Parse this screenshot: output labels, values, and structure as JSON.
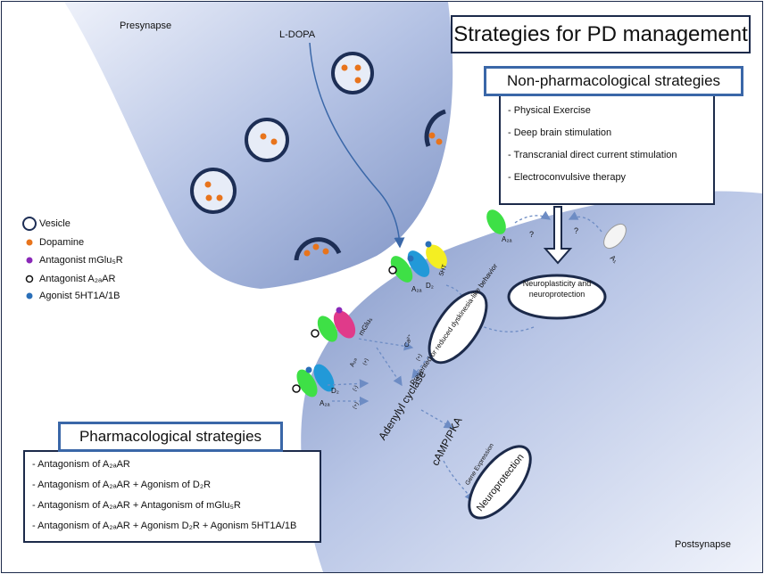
{
  "title": "Strategies for PD management",
  "regions": {
    "presynapse": "Presynapse",
    "postsynapse": "Postsynapse"
  },
  "precursor": "L-DOPA",
  "non_pharmacological": {
    "title": "Non-pharmacological strategies",
    "items": [
      "- Physical Exercise",
      "- Deep brain stimulation",
      "- Transcranial direct current stimulation",
      "- Electroconvulsive therapy"
    ]
  },
  "pharmacological": {
    "title": "Pharmacological strategies",
    "items": [
      "- Antagonism of A₂ₐAR",
      "- Antagonism of A₂ₐAR + Agonism  of D₂R",
      "- Antagonism of A₂ₐAR + Antagonism  of mGlu₅R",
      "- Antagonism of A₂ₐAR + Agonism D₂R + Agonism 5HT1A/1B"
    ]
  },
  "legend": [
    {
      "label": "Vesicle",
      "icon": "vesicle-icon"
    },
    {
      "label": "Dopamine",
      "icon": "dopamine-dot",
      "color": "#e8741c"
    },
    {
      "label": "Antagonist mGlu₅R",
      "icon": "mglu5-antagonist-dot",
      "color": "#8a28b8"
    },
    {
      "label": "Antagonist A₂ₐAR",
      "icon": "a2a-antagonist-ring",
      "color": "#ffffff"
    },
    {
      "label": "Agonist 5HT1A/1B",
      "icon": "5ht-agonist-dot",
      "color": "#2a6fb8"
    }
  ],
  "receptors": {
    "a2a": "A₂ₐ",
    "d2": "D₂",
    "ht5": "5HT",
    "mglu5": "mGlu₅",
    "a1": "A₁",
    "ca": "Ca²⁺",
    "plus": "(+)",
    "minus": "(-)",
    "question": "?"
  },
  "pathway": {
    "adenylyl_cyclase": "Adenylyl cyclase",
    "camp_pka": "cAMP/PKA",
    "gene_expression": "Gene Expression",
    "dyskinesia": "Prevented or reduced dyskinesia-like behavior",
    "neuroplasticity": "Neuroplasticity and neuroprotection",
    "neuroprotection": "Neuroprotection"
  },
  "colors": {
    "membrane_dark": "#7d92c4",
    "membrane_light": "#eef1fa",
    "box_border": "#1c2a4a",
    "title_border": "#3a67a8",
    "a2a_receptor": "#3ee046",
    "d2_receptor": "#2299d8",
    "ht5_receptor": "#f4ee22",
    "mglu5_receptor": "#e03a8a"
  }
}
